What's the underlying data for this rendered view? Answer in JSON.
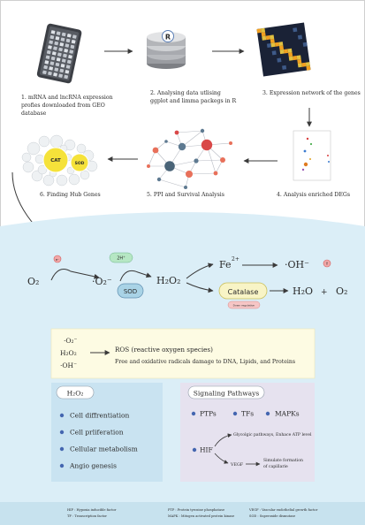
{
  "colors": {
    "arrow": "#3a3a3a",
    "bottom_bg": "#dbeef7",
    "rosbox": "#fdfbe3",
    "h2o2box": "#c9e3f1",
    "sigbox": "#e6e2ef",
    "dot": "#4466b0",
    "sod": "#a9d3e6",
    "catalase": "#f8f4c6",
    "legend_bg": "#c7e2ee",
    "pink": "#f2a8a8"
  },
  "workflow": {
    "step1": {
      "line1": "1. mRNA and lncRNA expression",
      "line2": "profies downloaded from GEO",
      "line3": "database"
    },
    "step2": {
      "line1": "2. Analysing data utlising",
      "line2": "ggplot and limma packegs in R",
      "r_badge": "R"
    },
    "step3": {
      "line1": "3. Expression network of the genes"
    },
    "step4": {
      "line1": "4. Analysis enriched DEGs"
    },
    "step5": {
      "line1": "5. PPI and Survival Analysis"
    },
    "step6": {
      "line1": "6. Finding Hub Genes",
      "bubble_cat": "CAT",
      "bubble_sod": "SOD"
    }
  },
  "reaction": {
    "o2": "O₂",
    "e_badge": "e⁻",
    "superoxide": "·O₂⁻",
    "twoh": "2H⁺",
    "sod": "SOD",
    "h2o2": "H₂O₂",
    "fe": "Fe",
    "fe_charge": "2+",
    "oh_radical": "·OH⁻",
    "y_badge": "Y",
    "catalase": "Catalase",
    "catalase_sub": "Down regulation",
    "h2o": "H₂O",
    "plus": "+",
    "o2_out": "O₂"
  },
  "ros": {
    "species": [
      "·O₂⁻",
      "H₂O₂",
      "·OH⁻"
    ],
    "title": "ROS (reactive oxygen species)",
    "desc": "Free and oxidative radicals damage to DNA, Lipids, and Proteins"
  },
  "h2o2_panel": {
    "title": "H₂O₂",
    "items": [
      "Cell diffrentiation",
      "Cell prliferation",
      "Cellular metabolism",
      "Angio genesis"
    ]
  },
  "signaling": {
    "title": "Signaling Pathways",
    "ptps": "PTPs",
    "tfs": "TFs",
    "mapks": "MAPKs",
    "hif": "HIF",
    "glyco": "Glycolgic pathways, Enhace ATP level",
    "vegf": "VEGF",
    "vegf_target_line1": "Simulate formation",
    "vegf_target_line2": "of capillarie"
  },
  "legend": {
    "col1": [
      "HIF : Hypoxia inducible factor",
      "TF : Transcription factor"
    ],
    "col2": [
      "PTP : Protein tyrosine phosphatase",
      "MAPK : Mitogen activated protein kinase"
    ],
    "col3": [
      "VEGF : Vascular endothelial growth factor",
      "SOD : Superoxide dismutase"
    ]
  }
}
